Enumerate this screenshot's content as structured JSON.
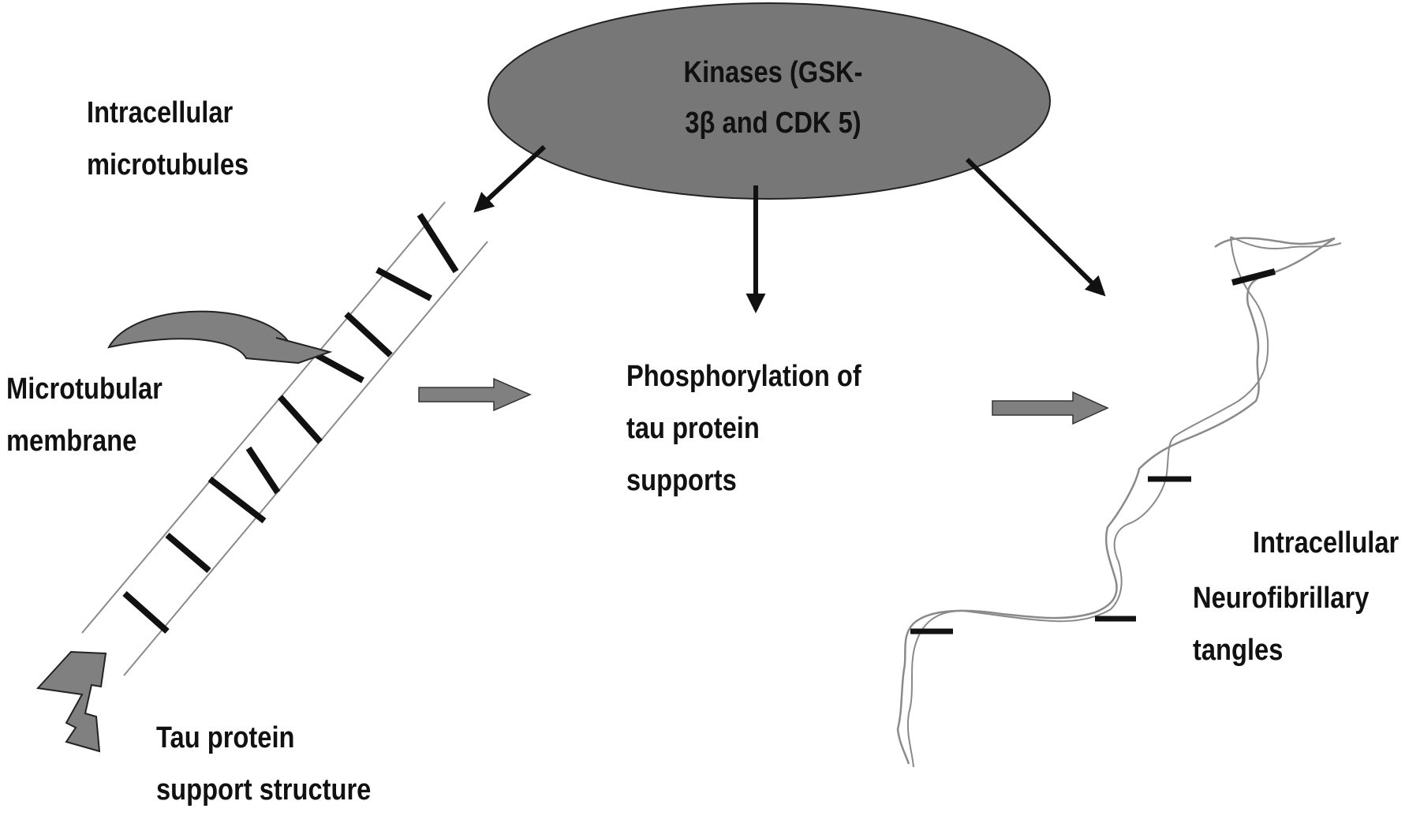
{
  "kinases": {
    "line1": "Kinases (GSK-",
    "line2": "3β and CDK 5)"
  },
  "microtubules": {
    "line1": "Intracellular",
    "line2": "microtubules"
  },
  "membrane": {
    "line1": "Microtubular",
    "line2": "membrane"
  },
  "tau_structure": {
    "line1": "Tau protein",
    "line2": "support structure"
  },
  "phosphorylation": {
    "line1": "Phosphorylation of",
    "line2": "tau protein",
    "line3": "supports"
  },
  "tangles": {
    "line1": "Intracellular",
    "line2": "Neurofibrillary",
    "line3": "tangles"
  },
  "colors": {
    "ellipse_fill": "#777777",
    "arrow_fill": "#808080",
    "line": "#111111",
    "strand": "#8a8a8a"
  }
}
